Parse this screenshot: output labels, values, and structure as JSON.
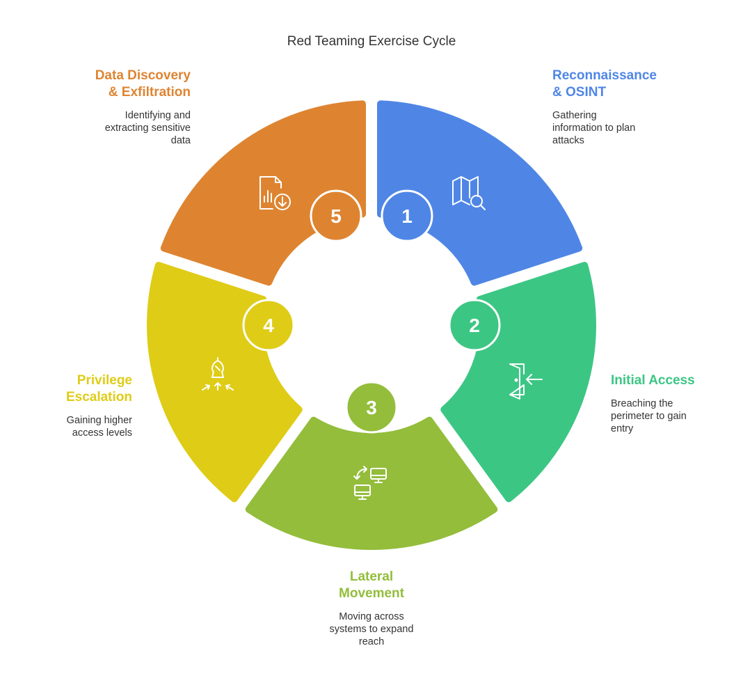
{
  "title": "Red Teaming Exercise Cycle",
  "steps": [
    {
      "number": "1",
      "label_line1": "Reconnaissance",
      "label_line2": "& OSINT",
      "description": [
        "Gathering",
        "information to plan",
        "attacks"
      ],
      "color": "#4f86e6",
      "icon": "map-search-icon"
    },
    {
      "number": "2",
      "label_line1": "Initial Access",
      "label_line2": "",
      "description": [
        "Breaching the",
        "perimeter to gain",
        "entry"
      ],
      "color": "#3cc684",
      "icon": "door-enter-icon"
    },
    {
      "number": "3",
      "label_line1": "Lateral",
      "label_line2": "Movement",
      "description": [
        "Moving across",
        "systems to expand",
        "reach"
      ],
      "color": "#93bd3b",
      "icon": "computers-exchange-icon"
    },
    {
      "number": "4",
      "label_line1": "Privilege",
      "label_line2": "Escalation",
      "description": [
        "Gaining higher",
        "access levels"
      ],
      "color": "#dfcc17",
      "icon": "chess-bishop-icon"
    },
    {
      "number": "5",
      "label_line1": "Data Discovery",
      "label_line2": "& Exfiltration",
      "description": [
        "Identifying and",
        "extracting sensitive",
        "data"
      ],
      "color": "#de8431",
      "icon": "document-download-icon"
    }
  ]
}
